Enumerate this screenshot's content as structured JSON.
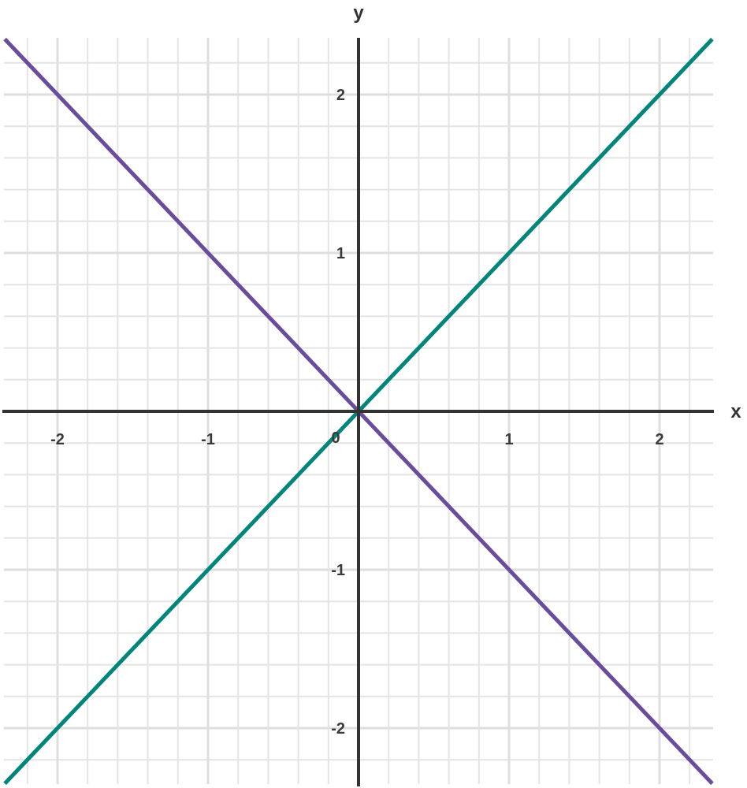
{
  "chart_data": {
    "type": "line",
    "xlabel": "x",
    "ylabel": "y",
    "xlim": [
      -2.35,
      2.35
    ],
    "ylim": [
      -2.35,
      2.35
    ],
    "x_ticks": [
      -2,
      -1,
      1,
      2
    ],
    "y_ticks": [
      -2,
      -1,
      1,
      2
    ],
    "x_tick_labels": [
      "-2",
      "-1",
      "1",
      "2"
    ],
    "y_tick_labels": [
      "-2",
      "-1",
      "1",
      "2"
    ],
    "origin_label": "0",
    "grid": true,
    "grid_minor_step": 0.2,
    "series": [
      {
        "color": "#00857a",
        "x": [
          -2.35,
          2.35
        ],
        "values": [
          -2.35,
          2.35
        ]
      },
      {
        "color": "#6a4c9c",
        "x": [
          -2.35,
          2.35
        ],
        "values": [
          2.35,
          -2.35
        ]
      }
    ]
  }
}
